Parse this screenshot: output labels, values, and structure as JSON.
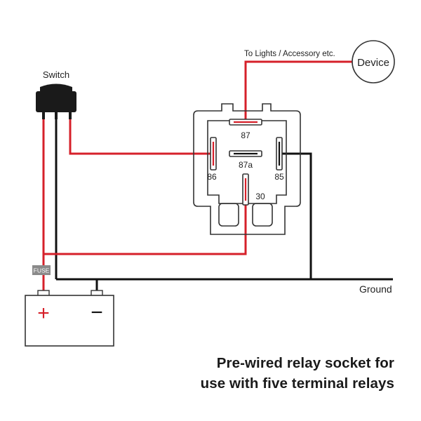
{
  "labels": {
    "switch": "Switch",
    "device": "Device",
    "to_lights": "To Lights / Accessory etc.",
    "fuse": "FUSE",
    "ground": "Ground",
    "terminal_87": "87",
    "terminal_87a": "87a",
    "terminal_86": "86",
    "terminal_85": "85",
    "terminal_30": "30",
    "battery_positive": "+",
    "battery_negative": "−"
  },
  "caption": {
    "line1": "Pre-wired relay socket for",
    "line2": "use with five terminal relays"
  },
  "colors": {
    "positive_wire": "#d6202a",
    "ground_wire": "#111111",
    "outline": "#333333",
    "fuse": "#8a8a8a"
  }
}
